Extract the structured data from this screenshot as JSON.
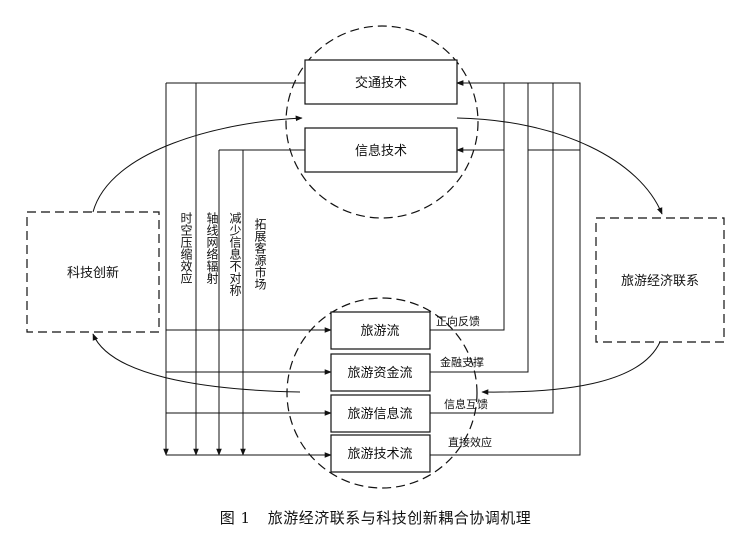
{
  "nodes": {
    "traffic_tech": "交通技术",
    "info_tech": "信息技术",
    "sci_innovation": "科技创新",
    "tourism_econ": "旅游经济联系",
    "tourist_flow": "旅游流",
    "capital_flow": "旅游资金流",
    "info_flow": "旅游信息流",
    "tech_flow": "旅游技术流"
  },
  "mechanisms": {
    "m1": "时空压缩效应",
    "m2": "轴线网络辐射",
    "m3": "减少信息不对称",
    "m4": "拓展客源市场"
  },
  "links": {
    "l1": "正向反馈",
    "l2": "金融支撑",
    "l3": "信息互馈",
    "l4": "直接效应"
  },
  "caption": {
    "number": "图 1",
    "title": "旅游经济联系与科技创新耦合协调机理"
  }
}
